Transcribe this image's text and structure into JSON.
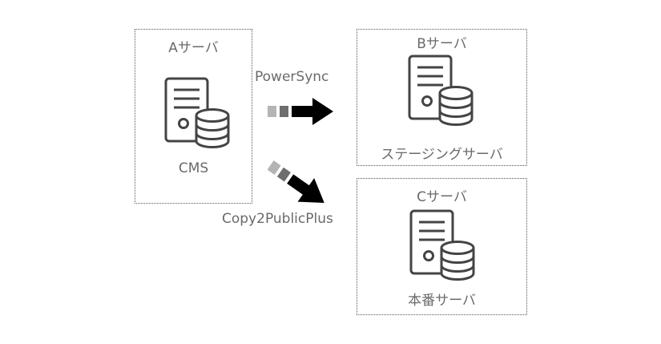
{
  "servers": {
    "a": {
      "title": "Aサーバ",
      "role": "CMS"
    },
    "b": {
      "title": "Bサーバ",
      "role": "ステージングサーバ"
    },
    "c": {
      "title": "Cサーバ",
      "role": "本番サーバ"
    }
  },
  "connections": [
    {
      "label": "PowerSync",
      "from": "Aサーバ",
      "to": "Bサーバ"
    },
    {
      "label": "Copy2PublicPlus",
      "from": "Aサーバ",
      "to": "Cサーバ"
    }
  ],
  "icons": {
    "server": "server-database-icon",
    "arrow": "arrow-icon"
  },
  "colors": {
    "line": "#444444",
    "text": "#6a6a6a",
    "arrow": "#000000",
    "arrow_tail_light": "#b4b4b4",
    "arrow_tail_mid": "#6e6e6e"
  }
}
